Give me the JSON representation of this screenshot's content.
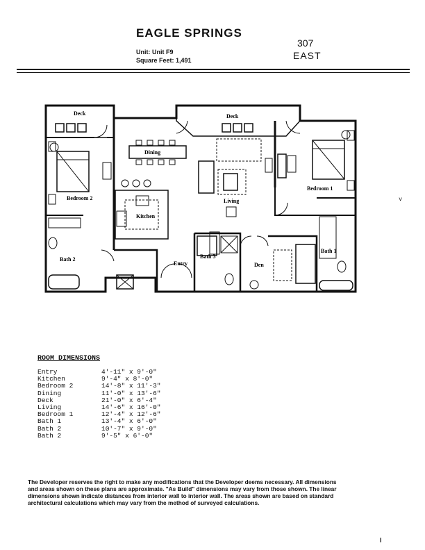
{
  "header": {
    "title": "EAGLE SPRINGS",
    "unit_line": "Unit:  Unit F9",
    "sqft_line": "Square Feet:  1,491",
    "unit_number": "307",
    "unit_direction": "EAST"
  },
  "plan_labels": {
    "deck_left": "Deck",
    "deck_center": "Deck",
    "dining": "Dining",
    "living": "Living",
    "bedroom2": "Bedroom 2",
    "bedroom1": "Bedroom 1",
    "kitchen": "Kitchen",
    "bath2": "Bath 2",
    "bath3": "Bath 3",
    "bath1": "Bath 1",
    "entry": "Entry",
    "den": "Den"
  },
  "dimensions": {
    "heading": "ROOM DIMENSIONS",
    "rows": [
      {
        "room": "Entry",
        "size": "4'-11\" x 9'-0\""
      },
      {
        "room": "Kitchen",
        "size": "9'-4\" x 8'-0\""
      },
      {
        "room": "Bedroom 2",
        "size": "14'-8\" x 11'-3\""
      },
      {
        "room": "Dining",
        "size": "11'-0\" x 13'-6\""
      },
      {
        "room": "Deck",
        "size": "21'-0\" x 6'-4\""
      },
      {
        "room": "Living",
        "size": "14'-6\" x 16'-0\""
      },
      {
        "room": "Bedroom 1",
        "size": "12'-4\" x 12'-6\""
      },
      {
        "room": "Bath 1",
        "size": "13'-4\" x 6'-0\""
      },
      {
        "room": "Bath 2",
        "size": "10'-7\" x 9'-0\""
      },
      {
        "room": "Bath 2",
        "size": "9'-5\" x 6'-0\""
      }
    ]
  },
  "disclaimer": "The Developer reserves the right to make any modifications that the Developer deems necessary. All dimensions and areas shown on these plans are approximate. \"As Build\" dimensions may vary from those shown. The linear dimensions shown indicate distances from interior wall to interior wall. The areas shown are based on standard architectural calculations which may vary from the method of surveyed calculations.",
  "page_mark": "I"
}
